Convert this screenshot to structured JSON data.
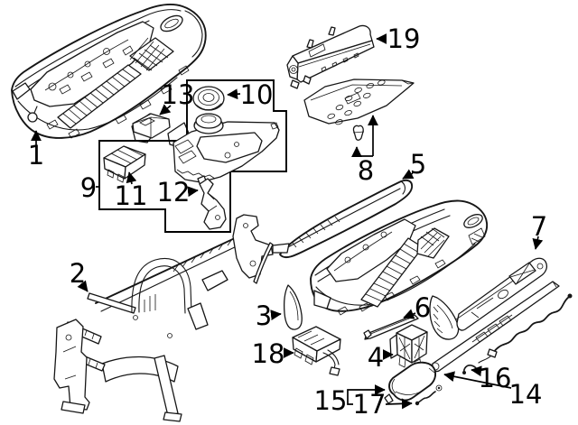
{
  "figure": {
    "type": "exploded-parts-diagram",
    "background": "#ffffff",
    "line_color": "#161616",
    "label_color": "#000000"
  },
  "callouts": [
    {
      "num": "1"
    },
    {
      "num": "2"
    },
    {
      "num": "3"
    },
    {
      "num": "4"
    },
    {
      "num": "5"
    },
    {
      "num": "6"
    },
    {
      "num": "7"
    },
    {
      "num": "8"
    },
    {
      "num": "9"
    },
    {
      "num": "10"
    },
    {
      "num": "11"
    },
    {
      "num": "12"
    },
    {
      "num": "13"
    },
    {
      "num": "14"
    },
    {
      "num": "15"
    },
    {
      "num": "16"
    },
    {
      "num": "17"
    },
    {
      "num": "18"
    },
    {
      "num": "19"
    }
  ]
}
